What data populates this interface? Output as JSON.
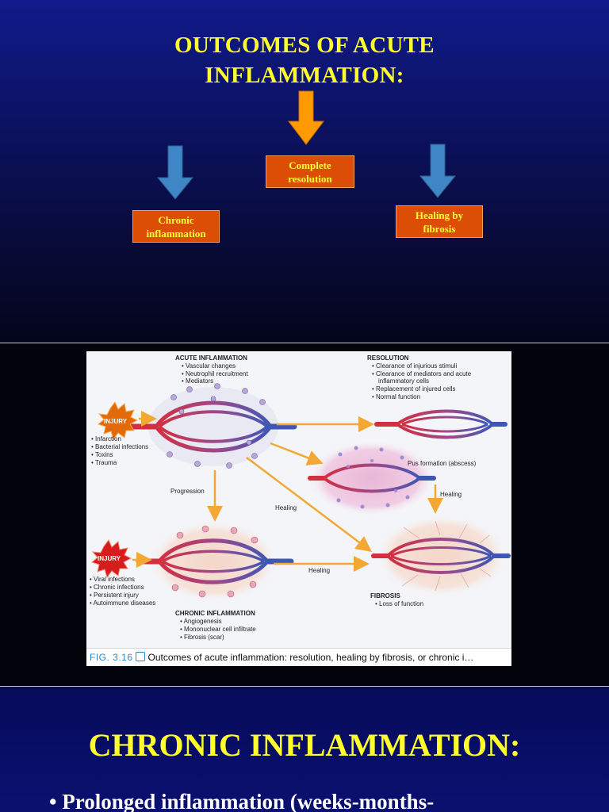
{
  "slide1": {
    "title_line1": "OUTCOMES OF ACUTE",
    "title_line2": "INFLAMMATION:",
    "box_complete_line1": "Complete",
    "box_complete_line2": "resolution",
    "box_chronic_line1": "Chronic",
    "box_chronic_line2": "inflammation",
    "box_healing_line1": "Healing by",
    "box_healing_line2": "fibrosis",
    "colors": {
      "title": "#ffff2b",
      "box_fill": "#dc4d05",
      "arrow_blue": "#3f86c6",
      "arrow_orange": "#ff9a00"
    }
  },
  "figure": {
    "acute_title": "ACUTE INFLAMMATION",
    "acute_items": [
      "• Vascular changes",
      "• Neutrophil recruitment",
      "• Mediators"
    ],
    "resolution_title": "RESOLUTION",
    "resolution_items": [
      "• Clearance of injurious stimuli",
      "• Clearance of mediators and acute",
      "inflammatory cells",
      "• Replacement of injured cells",
      "• Normal function"
    ],
    "injury_label": "INJURY",
    "injury1_items": [
      "• Infarction",
      "• Bacterial infections",
      "• Toxins",
      "• Trauma"
    ],
    "pus_label": "Pus formation (abscess)",
    "progression_label": "Progression",
    "healing_label": "Healing",
    "injury2_items": [
      "• Viral infections",
      "• Chronic infections",
      "• Persistent injury",
      "• Autoimmune diseases"
    ],
    "chronic_title": "CHRONIC INFLAMMATION",
    "chronic_items": [
      "• Angiogenesis",
      "• Mononuclear cell infiltrate",
      "• Fibrosis (scar)"
    ],
    "fibrosis_title": "FIBROSIS",
    "fibrosis_items": [
      "• Loss of function"
    ],
    "caption_num": "FIG. 3.16",
    "caption_text": "Outcomes of acute inflammation: resolution, healing by fibrosis, or chronic i…"
  },
  "slide3": {
    "title": "CHRONIC INFLAMMATION:",
    "bullet": "• Prolonged inflammation (weeks-months-"
  }
}
